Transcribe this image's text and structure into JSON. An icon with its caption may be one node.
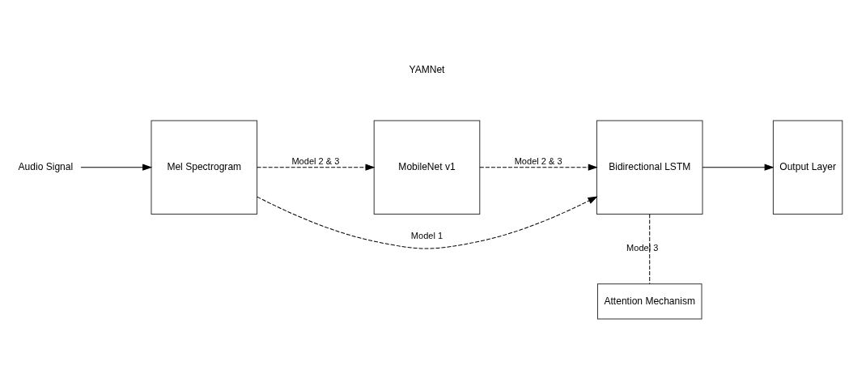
{
  "diagram": {
    "nodes": [
      {
        "text": [
          "Audio Signal"
        ]
      },
      {
        "text": [
          "Mel Spectrogram"
        ]
      },
      {
        "text": [
          "MobileNet v1"
        ]
      },
      {
        "text": [
          "Bidirectional LSTM"
        ]
      },
      {
        "text": [
          "Output Layer"
        ]
      },
      {
        "text": [
          "Attention Mechanism"
        ]
      }
    ],
    "edges": [
      {
        "from": 0,
        "to": 1,
        "arrow": "to"
      },
      {
        "from": 1,
        "to": 2,
        "arrow": "to",
        "style": "dashed",
        "label": "Model 2 & 3"
      },
      {
        "from": 2,
        "to": 3,
        "arrow": "to",
        "style": "dashed",
        "label": "Model 2 & 3"
      },
      {
        "from": 1,
        "to": 3,
        "arrow": "to",
        "style": "dashed",
        "label": "Model 1"
      },
      {
        "from": 3,
        "to": 4,
        "arrow": "to"
      },
      {
        "from": 3,
        "to": 5,
        "arrow": "none",
        "style": "dashed",
        "label": "Model 3"
      }
    ],
    "labels": [
      "YAMNet"
    ]
  }
}
